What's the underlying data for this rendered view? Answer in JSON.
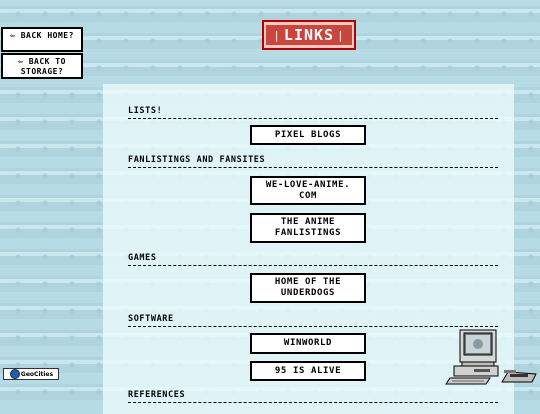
{
  "nav": {
    "back_home": "BACK HOME?",
    "back_storage": "BACK TO STORAGE?"
  },
  "header": {
    "title": "LINKS"
  },
  "sections": [
    {
      "label": "LISTS!",
      "links": [
        "PIXEL BLOGS"
      ]
    },
    {
      "label": "FANLISTINGS AND FANSITES",
      "links": [
        "WE-LOVE-ANIME.COM",
        "THE ANIME FANLISTINGS"
      ]
    },
    {
      "label": "GAMES",
      "links": [
        "HOME OF THE UNDERDOGS"
      ]
    },
    {
      "label": "SOFTWARE",
      "links": [
        "WINWORLD",
        "95 IS ALIVE"
      ]
    },
    {
      "label": "REFERENCES",
      "links": []
    }
  ],
  "badges": {
    "geocities": "GeoCities"
  },
  "colors": {
    "background": "#cfeef6",
    "title_fill": "#c8463e",
    "title_border": "#b00000"
  }
}
